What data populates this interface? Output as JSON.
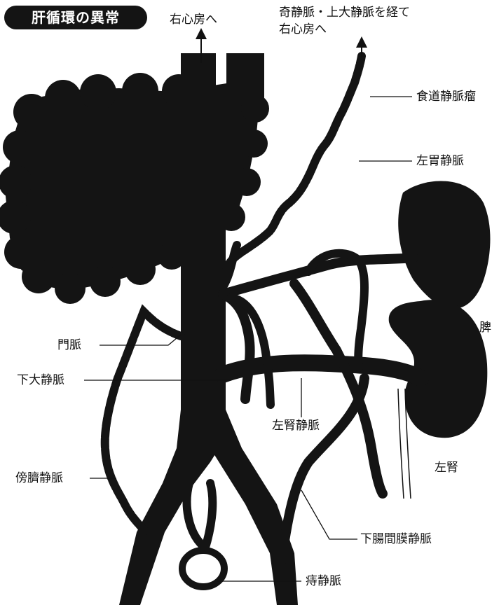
{
  "title": "肝循環の異常",
  "labels": {
    "to_right_atrium": "右心房へ",
    "via_azygos_line1": "奇静脈・上大静脈を経て",
    "via_azygos_line2": "右心房へ",
    "esophageal_varix": "食道静脈瘤",
    "left_gastric_vein": "左胃静脈",
    "spleen": "脾",
    "portal_vein": "門脈",
    "inferior_vena_cava": "下大静脈",
    "left_renal_vein": "左腎静脈",
    "left_kidney": "左腎",
    "paraumbilical_vein": "傍臍静脈",
    "inferior_mesenteric_vein": "下腸間膜静脈",
    "hemorrhoidal_vein": "痔静脈"
  },
  "colors": {
    "organ_fill": "#141414",
    "ink": "#111111",
    "paper": "#ffffff"
  }
}
